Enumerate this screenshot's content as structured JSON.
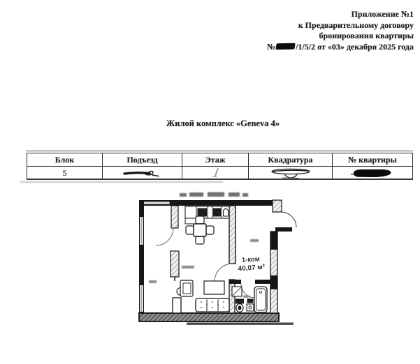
{
  "document": {
    "header": {
      "line1": "Приложение №1",
      "line2": "к Предварительному договору",
      "line3": "бронирования квартиры",
      "line4_prefix": "№",
      "line4_suffix": "/1/5/2 от «03» декабря 2025 года"
    },
    "title": "Жилой комплекс «Geneva 4»",
    "table": {
      "headers": [
        "Блок",
        "Подъезд",
        "Этаж",
        "Квадратура",
        "№ квартиры"
      ],
      "values": {
        "block": "5"
      }
    },
    "floor_plan": {
      "room_type_label": "1-ком",
      "area_label": "40,07 м²"
    }
  },
  "colors": {
    "paper": "#ffffff",
    "ink": "#1e1e1e",
    "redaction": "#0d0d0d",
    "wall": "#161616"
  }
}
